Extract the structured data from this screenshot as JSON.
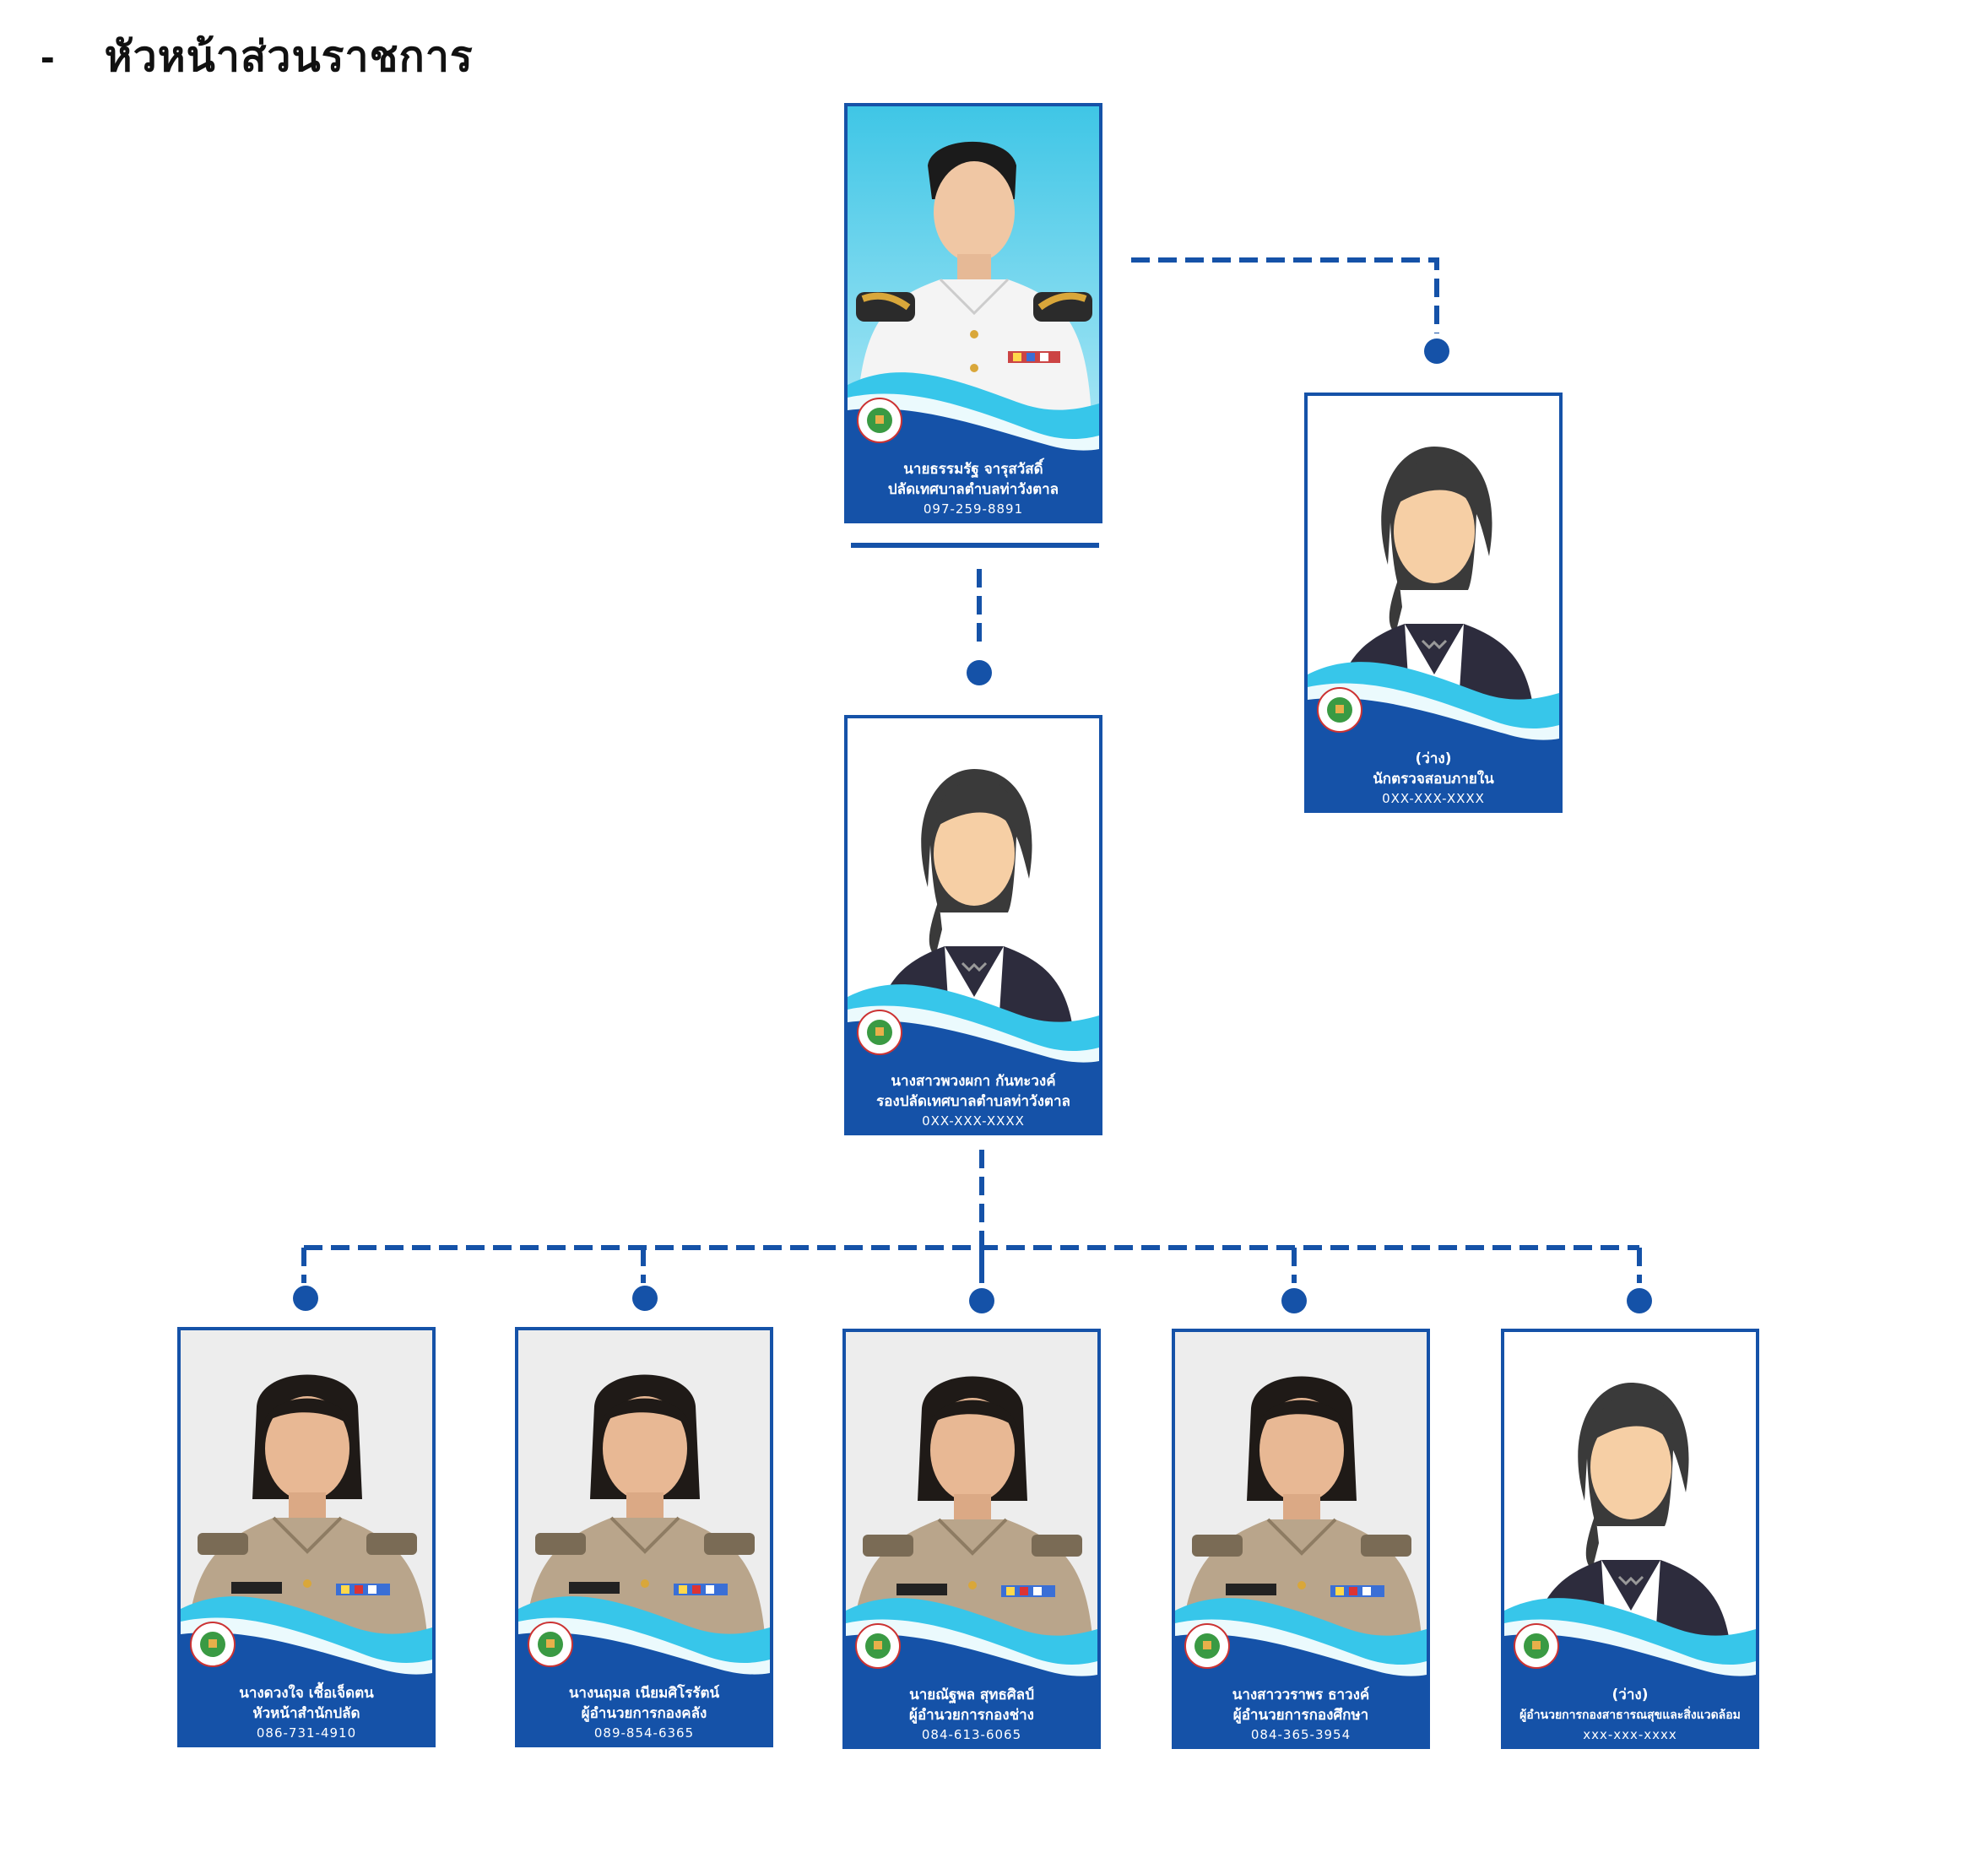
{
  "page": {
    "heading_dash": "-",
    "heading": "หัวหน้าส่วนราชการ"
  },
  "colors": {
    "brand_blue": "#1552a8",
    "accent_cyan": "#37c6ea",
    "skin": "#f6cfa5",
    "hair": "#3a3a3a",
    "suit": "#2d2c3d"
  },
  "cards": [
    {
      "id": "clerk",
      "name": "นายธรรมรัฐ  จารุสวัสดิ์",
      "position": "ปลัดเทศบาลตำบลท่าวังตาล",
      "phone": "097-259-8891",
      "photo": "portrait-white-uniform"
    },
    {
      "id": "auditor",
      "name": "(ว่าง)",
      "position": "นักตรวจสอบภายใน",
      "phone": "0XX-XXX-XXXX",
      "photo": "placeholder-avatar"
    },
    {
      "id": "deputy",
      "name": "นางสาวพวงผกา  กันทะวงค์",
      "position": "รองปลัดเทศบาลตำบลท่าวังตาล",
      "phone": "0XX-XXX-XXXX",
      "photo": "placeholder-avatar"
    },
    {
      "id": "office",
      "name": "นางดวงใจ  เชื้อเจ็ดตน",
      "position": "หัวหน้าสำนักปลัด",
      "phone": "086-731-4910",
      "photo": "portrait-khaki-uniform"
    },
    {
      "id": "finance",
      "name": "นางนฤมล  เนียมศิโรรัตน์",
      "position": "ผู้อำนวยการกองคลัง",
      "phone": "089-854-6365",
      "photo": "portrait-khaki-uniform"
    },
    {
      "id": "engineering",
      "name": "นายณัฐพล  สุทธศิลป์",
      "position": "ผู้อำนวยการกองช่าง",
      "phone": "084-613-6065",
      "photo": "portrait-khaki-uniform"
    },
    {
      "id": "education",
      "name": "นางสาววราพร  ธาวงค์",
      "position": "ผู้อำนวยการกองศึกษา",
      "phone": "084-365-3954",
      "photo": "portrait-khaki-uniform"
    },
    {
      "id": "health",
      "name": "(ว่าง)",
      "position": "ผู้อำนวยการกองสาธารณสุขและสิ่งแวดล้อม",
      "phone": "xxx-xxx-xxxx",
      "photo": "placeholder-avatar"
    }
  ]
}
